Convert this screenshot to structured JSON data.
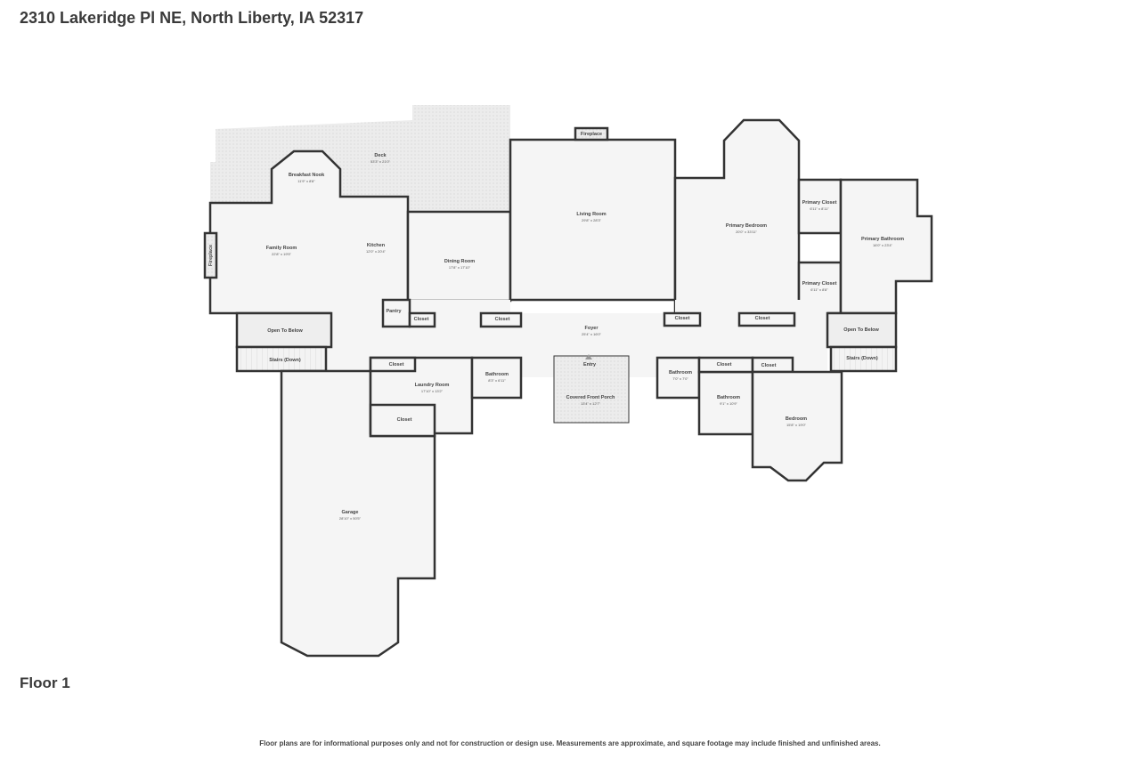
{
  "header": {
    "address": "2310 Lakeridge Pl NE, North Liberty, IA 52317"
  },
  "floor_label": "Floor 1",
  "disclaimer": "Floor plans are for informational purposes only and not for construction or design use. Measurements are approximate, and square footage may include finished and unfinished areas.",
  "colors": {
    "wall": "#333333",
    "floor": "#f5f5f5",
    "outdoor": "#e6e6e6",
    "open": "#eeeeee"
  },
  "rooms": [
    {
      "name": "Deck",
      "dims": "53'3\" x 21'0\""
    },
    {
      "name": "Breakfast Nook",
      "dims": "11'9\" x 8'8\""
    },
    {
      "name": "Family Room",
      "dims": "22'8\" x 19'5\""
    },
    {
      "name": "Kitchen",
      "dims": "12'0\" x 20'4\""
    },
    {
      "name": "Dining Room",
      "dims": "17'8\" x 17'10\""
    },
    {
      "name": "Living Room",
      "dims": "29'8\" x 28'3\""
    },
    {
      "name": "Primary Bedroom",
      "dims": "20'0\" x 33'11\""
    },
    {
      "name": "Primary Closet",
      "dims": "6'11\" x 8'11\""
    },
    {
      "name": "Primary Bathroom",
      "dims": "16'0\" x 23'4\""
    },
    {
      "name": "Primary Closet",
      "dims": "6'11\" x 8'8\""
    },
    {
      "name": "Foyer",
      "dims": "25'4\" x 16'0\""
    },
    {
      "name": "Laundry Room",
      "dims": "17'10\" x 13'2\""
    },
    {
      "name": "Bathroom",
      "dims": "8'3\" x 6'11\""
    },
    {
      "name": "Covered Front Porch",
      "dims": "13'4\" x 12'7\""
    },
    {
      "name": "Bathroom",
      "dims": "7'0\" x 7'0\""
    },
    {
      "name": "Bathroom",
      "dims": "9'1\" x 10'9\""
    },
    {
      "name": "Bedroom",
      "dims": "15'8\" x 19'0\""
    },
    {
      "name": "Garage",
      "dims": "28'10\" x 50'5\""
    }
  ],
  "labels": {
    "fireplace": "Fireplace",
    "pantry": "Pantry",
    "closet": "Closet",
    "open_to_below": "Open To Below",
    "stairs_down": "Stairs (Down)",
    "entry": "Entry"
  }
}
